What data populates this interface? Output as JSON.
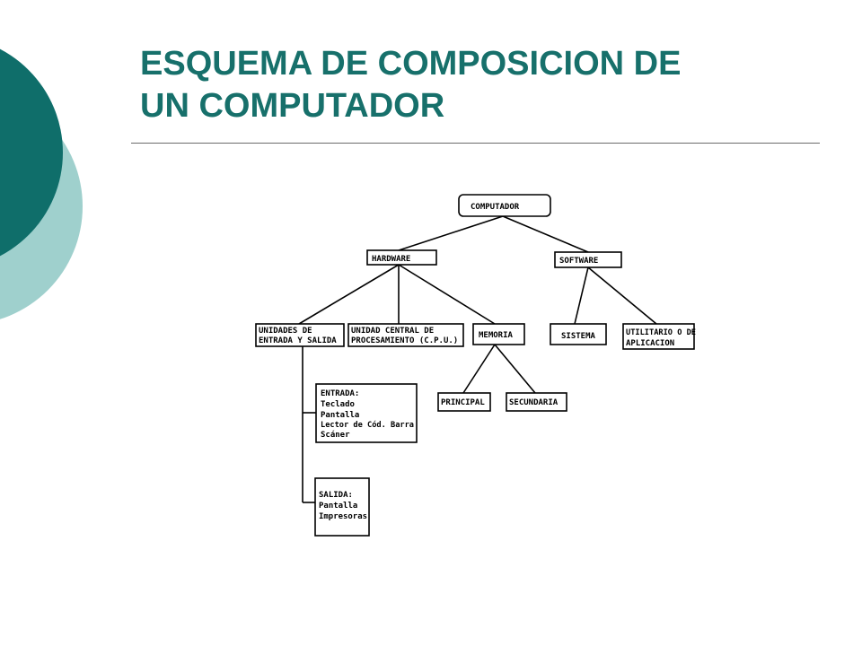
{
  "slide": {
    "title_lines": [
      "ESQUEMA DE COMPOSICION DE",
      "UN COMPUTADOR"
    ],
    "title_color": "#17706b",
    "accent_dark": "#0f6e6a",
    "accent_light": "#9fd0cd"
  },
  "diagram": {
    "computador": "COMPUTADOR",
    "hardware": "HARDWARE",
    "software": "SOFTWARE",
    "unidades_es": [
      "UNIDADES DE",
      "ENTRADA Y SALIDA"
    ],
    "cpu": [
      "UNIDAD CENTRAL DE",
      "PROCESAMIENTO (C.P.U.)"
    ],
    "memoria": "MEMORIA",
    "sistema": "SISTEMA",
    "utilitario": [
      "UTILITARIO O DE",
      "APLICACION"
    ],
    "principal": "PRINCIPAL",
    "secundaria": "SECUNDARIA",
    "entrada": [
      "ENTRADA:",
      "Teclado",
      "Pantalla",
      "Lector de Cód. Barra",
      "Scáner"
    ],
    "salida": [
      "SALIDA:",
      "Pantalla",
      "Impresoras"
    ]
  }
}
